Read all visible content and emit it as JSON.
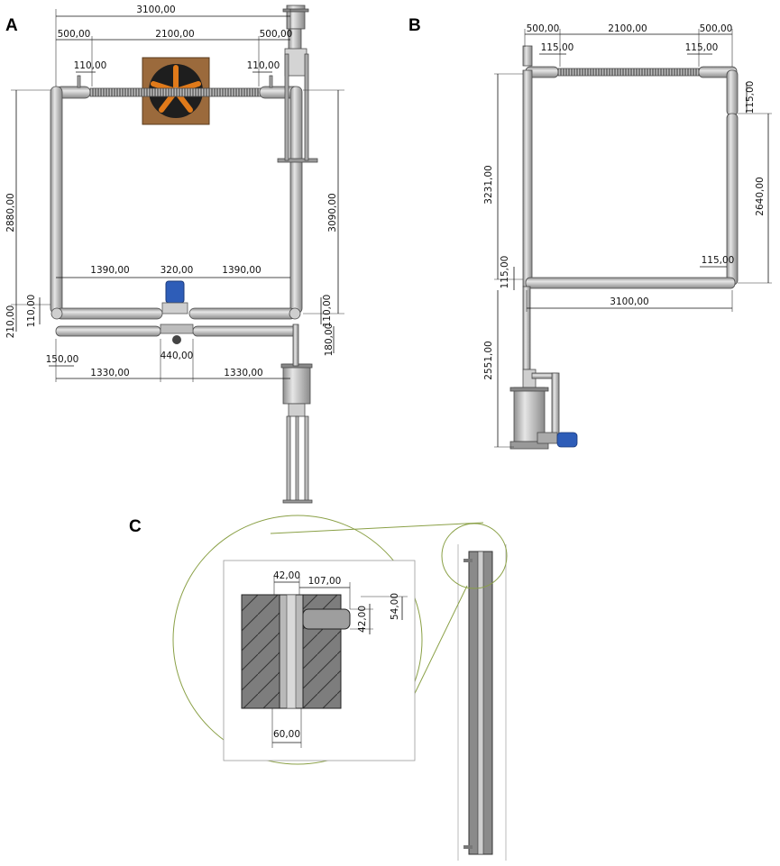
{
  "panels": {
    "a": "A",
    "b": "B",
    "c": "C"
  },
  "a": {
    "d_total_width": "3100,00",
    "d_left_offset": "500,00",
    "d_coil_length": "2100,00",
    "d_right_offset": "500,00",
    "d_left_inlet": "110,00",
    "d_right_inlet": "110,00",
    "d_left_height": "2880,00",
    "d_right_height": "3090,00",
    "d_bottom_left": "1390,00",
    "d_bottom_mid": "320,00",
    "d_bottom_right": "1390,00",
    "d_left_small": "110,00",
    "d_left_lower": "210,00",
    "d_right_small": "110,00",
    "d_right_lower": "180,00",
    "d_foot": "150,00",
    "d_low_left": "1330,00",
    "d_low_mid": "440,00",
    "d_low_right": "1330,00"
  },
  "b": {
    "d_top_left": "500,00",
    "d_top_mid": "2100,00",
    "d_top_right": "500,00",
    "d_inlet_left": "115,00",
    "d_inlet_right": "115,00",
    "d_right_inlet": "115,00",
    "d_total_height": "3231,00",
    "d_right_height": "2640,00",
    "d_bottom_inlet": "115,00",
    "d_left_inlet": "115,00",
    "d_bottom_width": "3100,00",
    "d_lower_height": "2551,00"
  },
  "c": {
    "d_pipe_gap": "42,00",
    "d_branch_length": "107,00",
    "d_branch_dia": "42,00",
    "d_branch_outer": "54,00",
    "d_wall": "60,00"
  },
  "colors": {
    "pipe": "#c4c4c4",
    "pipe_edge": "#4a4a4a",
    "fan_bg": "#9b6a3c",
    "fan_blade": "#e07a1a",
    "pump_blue": "#2e5db8",
    "detail_circle": "#8aa046"
  }
}
